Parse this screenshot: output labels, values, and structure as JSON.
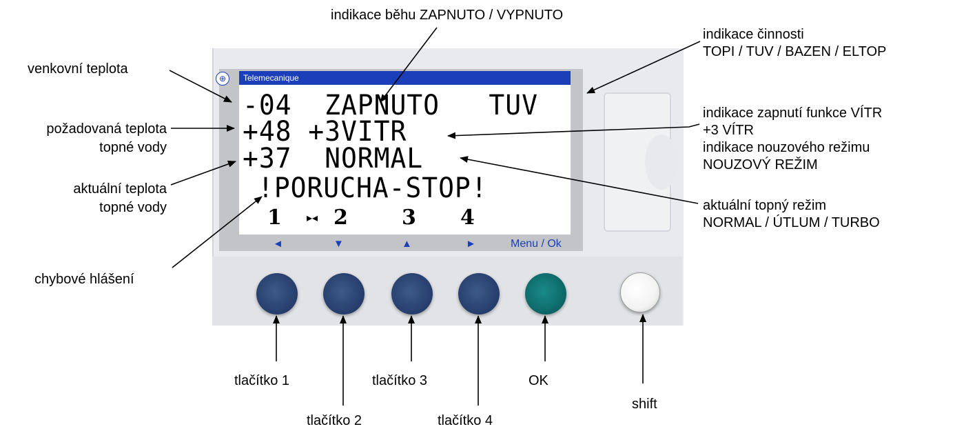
{
  "lcd": {
    "brand": "Telemecanique",
    "line1": "-04  ZAPNUTO   TUV",
    "line2": "+48 +3VITR",
    "line3": "+37  NORMAL",
    "line4": "!PORUCHA-STOP!",
    "numbers": [
      "1",
      "▸◂",
      "2",
      "3",
      "4"
    ],
    "nav": [
      "◄",
      "▼",
      "▲",
      "►"
    ],
    "menu_ok": "Menu / Ok"
  },
  "labels": {
    "run_indication": "indikace běhu  ZAPNUTO / VYPNUTO",
    "activity_title": "indikace činnosti",
    "activity_values": "TOPI / TUV / BAZEN / ELTOP",
    "outdoor_temp": "venkovní teplota",
    "required_temp_1": "požadovaná teplota",
    "required_temp_2": "topné vody",
    "wind_title": "indikace zapnutí funkce VÍTR",
    "wind_value": "+3 VÍTR",
    "emergency_title": "indikace nouzového režimu",
    "emergency_value": "NOUZOVÝ REŽIM",
    "actual_temp_1": "aktuální teplota",
    "actual_temp_2": "topné vody",
    "heating_mode_title": "aktuální topný režim",
    "heating_mode_values": "NORMAL / ÚTLUM / TURBO",
    "error_message": "chybové hlášení",
    "button1": "tlačítko 1",
    "button2": "tlačítko 2",
    "button3": "tlačítko 3",
    "button4": "tlačítko 4",
    "ok": "OK",
    "shift": "shift"
  },
  "colors": {
    "lcd_header": "#1b3fb8",
    "nav_blue": "#1b3fb8",
    "button_blue": "#2a4372",
    "button_ok": "#0f6e6e",
    "device_grey": "#e8eaed"
  }
}
